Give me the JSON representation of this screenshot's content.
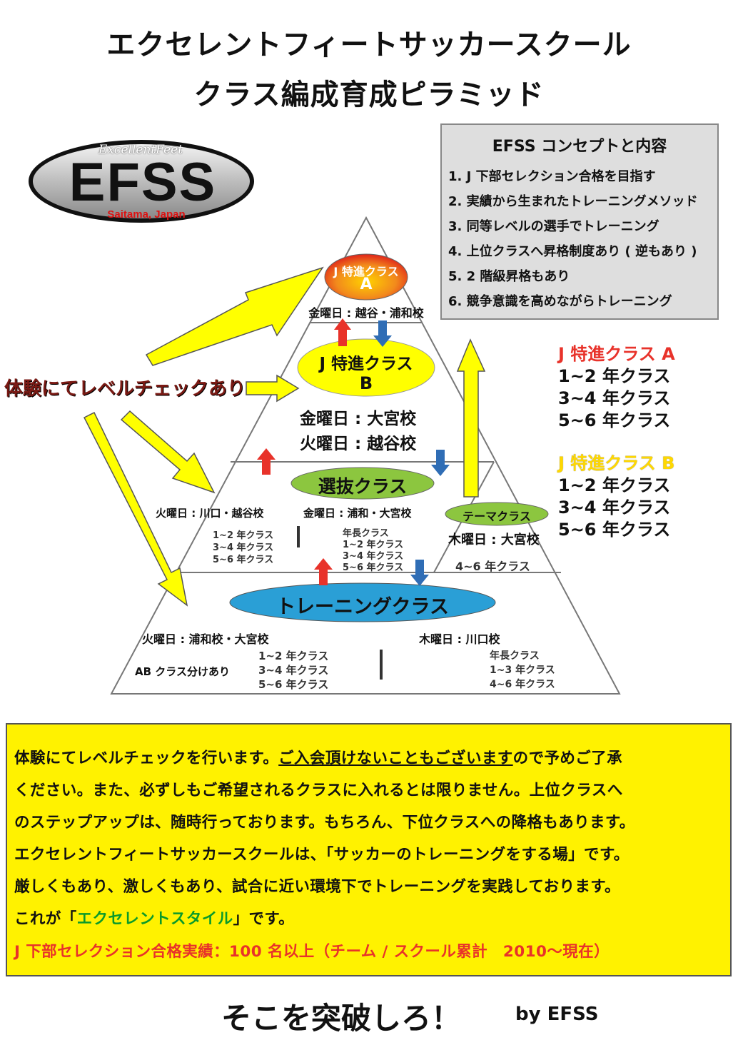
{
  "title": {
    "line1": "エクセレントフィートサッカースクール",
    "line2": "クラス編成育成ピラミッド"
  },
  "logo": {
    "script": "ExcellentFeet",
    "main": "EFSS",
    "sub": "Saitama, Japan"
  },
  "concept": {
    "title": "EFSS コンセプトと内容",
    "items": [
      "1. J 下部セレクション合格を目指す",
      "2. 実績から生まれたトレーニングメソッド",
      "3. 同等レベルの選手でトレーニング",
      "4. 上位クラスへ昇格制度あり ( 逆もあり )",
      "5. 2 階級昇格もあり",
      "6. 競争意識を高めながらトレーニング"
    ]
  },
  "trial_label": "体験にてレベルチェックあり",
  "pyramid": {
    "top": {
      "name": "J 特進クラス",
      "grade": "A",
      "schedule": "金曜日 : 越谷・浦和校"
    },
    "second": {
      "name": "J 特進クラス",
      "grade": "B",
      "schedule1": "金曜日 : 大宮校",
      "schedule2": "火曜日 : 越谷校"
    },
    "select": {
      "name": "選抜クラス",
      "left_schedule": "火曜日 : 川口・越谷校",
      "left_classes": [
        "1~2 年クラス",
        "3~4 年クラス",
        "5~6 年クラス"
      ],
      "right_schedule": "金曜日 : 浦和・大宮校",
      "right_classes": [
        "年長クラス",
        "1~2 年クラス",
        "3~4 年クラス",
        "5~6 年クラス"
      ]
    },
    "theme": {
      "name": "テーマクラス",
      "schedule": "木曜日 : 大宮校",
      "classes": "4~6 年クラス"
    },
    "training": {
      "name": "トレーニングクラス",
      "left_schedule": "火曜日 : 浦和校・大宮校",
      "left_note": "AB クラス分けあり",
      "left_classes": [
        "1~2 年クラス",
        "3~4 年クラス",
        "5~6 年クラス"
      ],
      "right_schedule": "木曜日 : 川口校",
      "right_classes": [
        "年長クラス",
        "1~3 年クラス",
        "4~6 年クラス"
      ]
    }
  },
  "right_list": {
    "a_title": "J 特進クラス A",
    "a_items": [
      "1~2 年クラス",
      "3~4 年クラス",
      "5~6 年クラス"
    ],
    "b_title": "J 特進クラス B",
    "b_items": [
      "1~2 年クラス",
      "3~4 年クラス",
      "5~6 年クラス"
    ]
  },
  "notice": {
    "l1a": "体験にてレベルチェックを行います。",
    "l1b": "ご入会頂けないこともございます",
    "l1c": "ので予めご了承",
    "l2": "ください。また、必ずしもご希望されるクラスに入れるとは限りません。上位クラスへ",
    "l3": "のステップアップは、随時行っております。もちろん、下位クラスへの降格もあります。",
    "l4": "エクセレントフィートサッカースクールは、「サッカーのトレーニングをする場」です。",
    "l5": "厳しくもあり、激しくもあり、試合に近い環境下でトレーニングを実践しております。",
    "l6a": "これが「",
    "l6b": "エクセレントスタイル",
    "l6c": "」です。",
    "l7": "J 下部セレクション合格実績：100 名以上（チーム / スクール累計　2010〜現在）"
  },
  "slogan": "そこを突破しろ！",
  "by": "by EFSS",
  "colors": {
    "yellow": "#fff200",
    "arrow_yellow": "#ffff00",
    "red": "#e8322a",
    "blue": "#2f6db5",
    "green": "#8cc63f",
    "training_blue": "#2a9fd6",
    "gray_box": "#dedede"
  }
}
